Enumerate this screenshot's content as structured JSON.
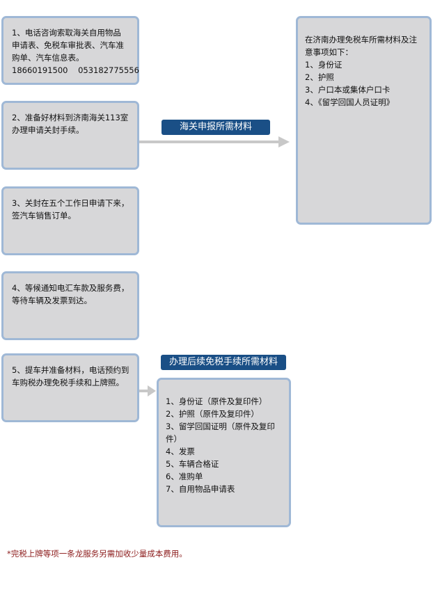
{
  "steps": [
    {
      "lines": [
        "1、电话咨询索取海关自用物品",
        "申请表、免税车审批表、汽车准",
        "购单、汽车信息表。",
        "18660191500    053182775556"
      ]
    },
    {
      "lines": [
        "2、准备好材料到济南海关113室",
        "办理申请关封手续。"
      ]
    },
    {
      "lines": [
        "3、关封在五个工作日申请下来，",
        "签汽车销售订单。"
      ]
    },
    {
      "lines": [
        "4、等候通知电汇车款及服务费，",
        "等待车辆及发票到达。"
      ]
    },
    {
      "lines": [
        "5、提车并准备材料，电话预约到",
        "车购税办理免税手续和上牌照。"
      ]
    }
  ],
  "customs_label": "海关申报所需材料",
  "customs_materials": {
    "intro": "在济南办理免税车所需材料及注意事项如下：",
    "items": [
      "1、身份证",
      "2、护照",
      "3、户口本或集体户口卡",
      "4、《留学回国人员证明》"
    ]
  },
  "after_label": "办理后续免税手续所需材料",
  "after_materials": {
    "items": [
      "1、身份证（原件及复印件）",
      "2、护照（原件及复印件）",
      "3、留学回国证明（原件及复印件）",
      "4、发票",
      "5、车辆合格证",
      "6、准购单",
      "7、自用物品申请表"
    ]
  },
  "footnote": "*完税上牌等项一条龙服务另需加收少量成本费用。",
  "colors": {
    "box_fill": "#d7d7d9",
    "box_border": "#9fb8d6",
    "label_fill": "#1a4f86",
    "arrow": "#c8c8c8",
    "footnote": "#8b1a1a"
  }
}
